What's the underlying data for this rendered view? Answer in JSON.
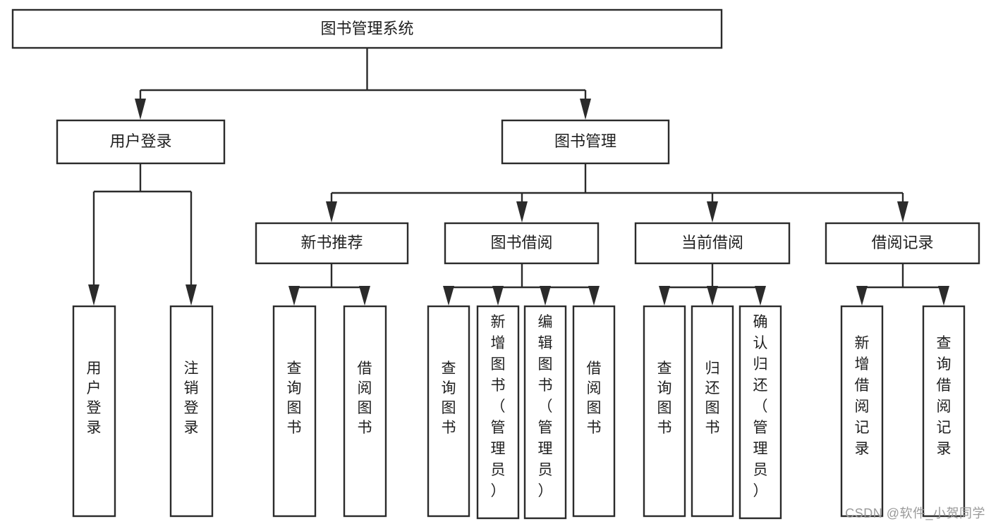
{
  "diagram": {
    "title": "图书管理系统",
    "type": "tree-hierarchy-diagram",
    "colors": {
      "box_stroke": "#2b2b2b",
      "box_fill": "#ffffff",
      "connector": "#2b2b2b",
      "text": "#1f1f1f",
      "watermark": "#9a9a9a",
      "background": "#ffffff"
    },
    "root": {
      "label": "图书管理系统"
    },
    "level2": [
      {
        "label": "用户登录"
      },
      {
        "label": "图书管理"
      }
    ],
    "level3": [
      {
        "label": "新书推荐"
      },
      {
        "label": "图书借阅"
      },
      {
        "label": "当前借阅"
      },
      {
        "label": "借阅记录"
      }
    ],
    "leaves": {
      "user_login": [
        {
          "label": "用户登录"
        },
        {
          "label": "注销登录"
        }
      ],
      "new_book_recommend": [
        {
          "label": "查询图书"
        },
        {
          "label": "借阅图书"
        }
      ],
      "book_borrow": [
        {
          "label": "查询图书"
        },
        {
          "label": "新增图书（管理员）"
        },
        {
          "label": "编辑图书（管理员）"
        },
        {
          "label": "借阅图书"
        }
      ],
      "current_borrow": [
        {
          "label": "查询图书"
        },
        {
          "label": "归还图书"
        },
        {
          "label": "确认归还（管理员）"
        }
      ],
      "borrow_record": [
        {
          "label": "新增借阅记录"
        },
        {
          "label": "查询借阅记录"
        }
      ]
    }
  },
  "watermark": {
    "text": "CSDN @软件_小贺同学"
  }
}
